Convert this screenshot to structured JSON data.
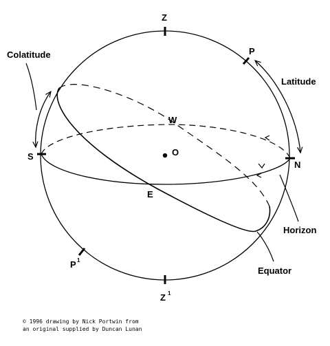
{
  "labels": {
    "zenith": "Z",
    "nadir": "Z",
    "nadir_sup": "1",
    "pole": "P",
    "south_pole": "P",
    "south_pole_sup": "1",
    "south": "S",
    "north": "N",
    "east": "E",
    "west": "W",
    "origin": "O",
    "colatitude": "Colatitude",
    "latitude": "Latitude",
    "horizon": "Horizon",
    "equator": "Equator"
  },
  "credit": {
    "line1": "© 1996 drawing by Nick Portwin from",
    "line2": "an original supplied by Duncan Lunan"
  },
  "colors": {
    "ink": "#000000",
    "background": "#ffffff"
  }
}
